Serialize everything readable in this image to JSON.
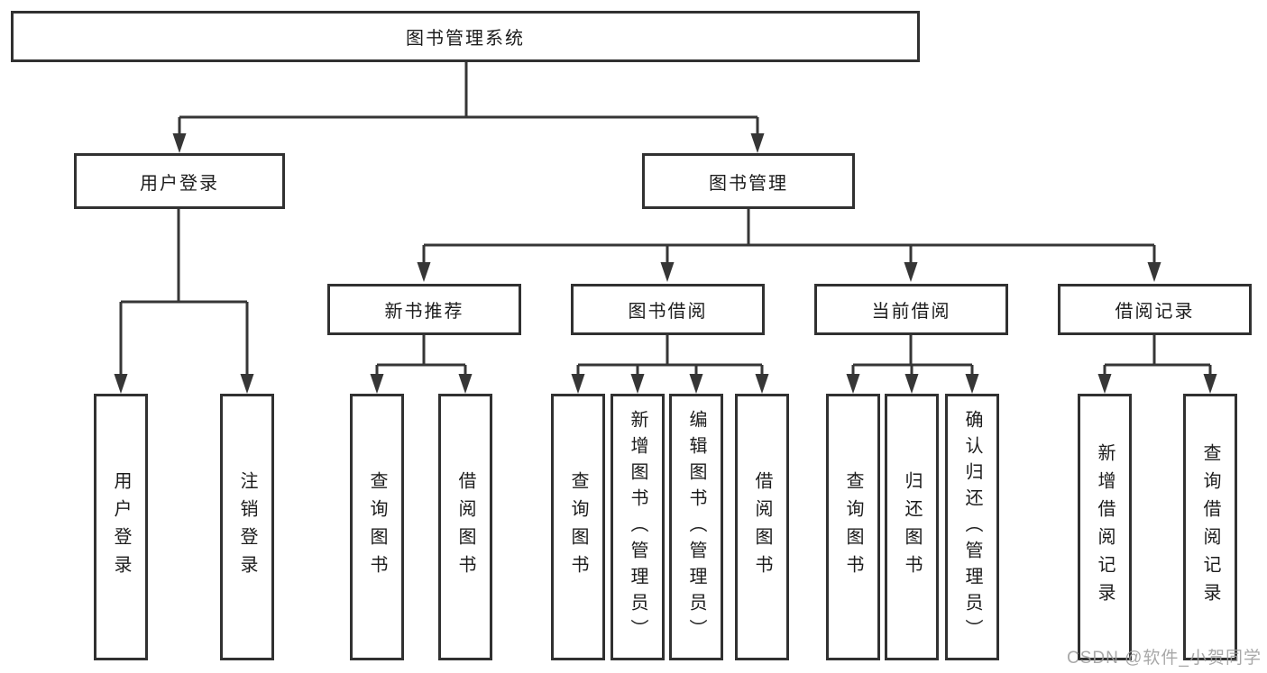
{
  "tree": {
    "root": "图书管理系统",
    "level2": [
      {
        "label": "用户登录"
      },
      {
        "label": "图书管理"
      }
    ],
    "level3": [
      {
        "label": "新书推荐"
      },
      {
        "label": "图书借阅"
      },
      {
        "label": "当前借阅"
      },
      {
        "label": "借阅记录"
      }
    ],
    "leaves": {
      "user": [
        "用户登录",
        "注销登录"
      ],
      "recommend": [
        "查询图书",
        "借阅图书"
      ],
      "borrow": [
        "查询图书",
        "新增图书（管理员）",
        "编辑图书（管理员）",
        "借阅图书"
      ],
      "current": [
        "查询图书",
        "归还图书",
        "确认归还（管理员）"
      ],
      "records": [
        "新增借阅记录",
        "查询借阅记录"
      ]
    }
  },
  "watermark": "CSDN @软件_小贺同学",
  "colors": {
    "line": "#363636",
    "border": "#313131",
    "text": "#1c1c1c",
    "watermark": "#9e9e9e",
    "background": "#ffffff"
  }
}
